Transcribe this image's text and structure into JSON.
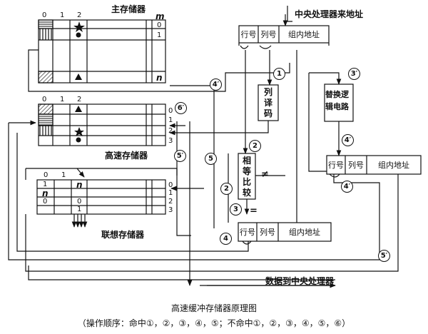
{
  "labels": {
    "main_memory": "主存储器",
    "cache_memory": "高速存储器",
    "assoc_memory": "联想存储器",
    "cpu_address": "中央处理器来地址",
    "data_to_cpu": "数据到中央处理器",
    "row_no": "行号",
    "col_no": "列号",
    "group_addr": "组内地址",
    "col_decoder": [
      "列",
      "译",
      "码"
    ],
    "compare": [
      "相",
      "等",
      "比",
      "较"
    ],
    "replace_logic": [
      "替换逻",
      "辑电路"
    ],
    "not_equal": "≠",
    "equal": "="
  },
  "main_grid": {
    "cols": [
      "0",
      "1",
      "2",
      "m"
    ],
    "rows": [
      "0",
      "1",
      "n"
    ]
  },
  "cache_grid": {
    "cols": [
      "0",
      "1",
      "2"
    ],
    "rows": [
      "0",
      "1",
      "2",
      "3"
    ]
  },
  "assoc_grid": {
    "cols": [
      "0",
      "1",
      "n"
    ],
    "row_nums": [
      "0",
      "1",
      "2",
      "3"
    ],
    "cells": [
      "1",
      "n",
      "0",
      "0",
      "1"
    ]
  },
  "steps": {
    "s1": "1",
    "s2": "2",
    "s2b": "2",
    "s3": "3",
    "s4": "4",
    "s5": "5",
    "s3p": "3′",
    "s4p": "4′",
    "s4pb": "4′",
    "s4pc": "4′",
    "s5p": "5′",
    "s5pb": "5′",
    "s6p": "6′"
  },
  "caption": {
    "title": "高速缓冲存储器原理图",
    "order": "（操作顺序：命中①，②，③，④，⑤；不命中①，②，③，④，⑤，⑥）"
  }
}
